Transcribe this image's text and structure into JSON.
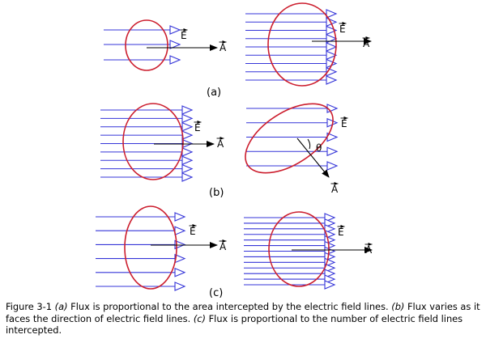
{
  "field_color": "#3535d8",
  "loop_color": "#cc1e2e",
  "vector_color": "#000000",
  "vectors": {
    "field": "E",
    "area": "A",
    "angle": "θ"
  },
  "rows": [
    {
      "label": "(a)"
    },
    {
      "label": "(b)"
    },
    {
      "label": "(c)"
    }
  ],
  "caption": {
    "figure": "Figure 3-1",
    "part_a": "(a)",
    "text_a": "Flux is proportional to the area intercepted by the electric field lines.",
    "part_b": "(b)",
    "text_b": "Flux varies as it faces the direction of electric field lines.",
    "part_c": "(c)",
    "text_c": "Flux is proportional to the number of electric field lines intercepted."
  }
}
